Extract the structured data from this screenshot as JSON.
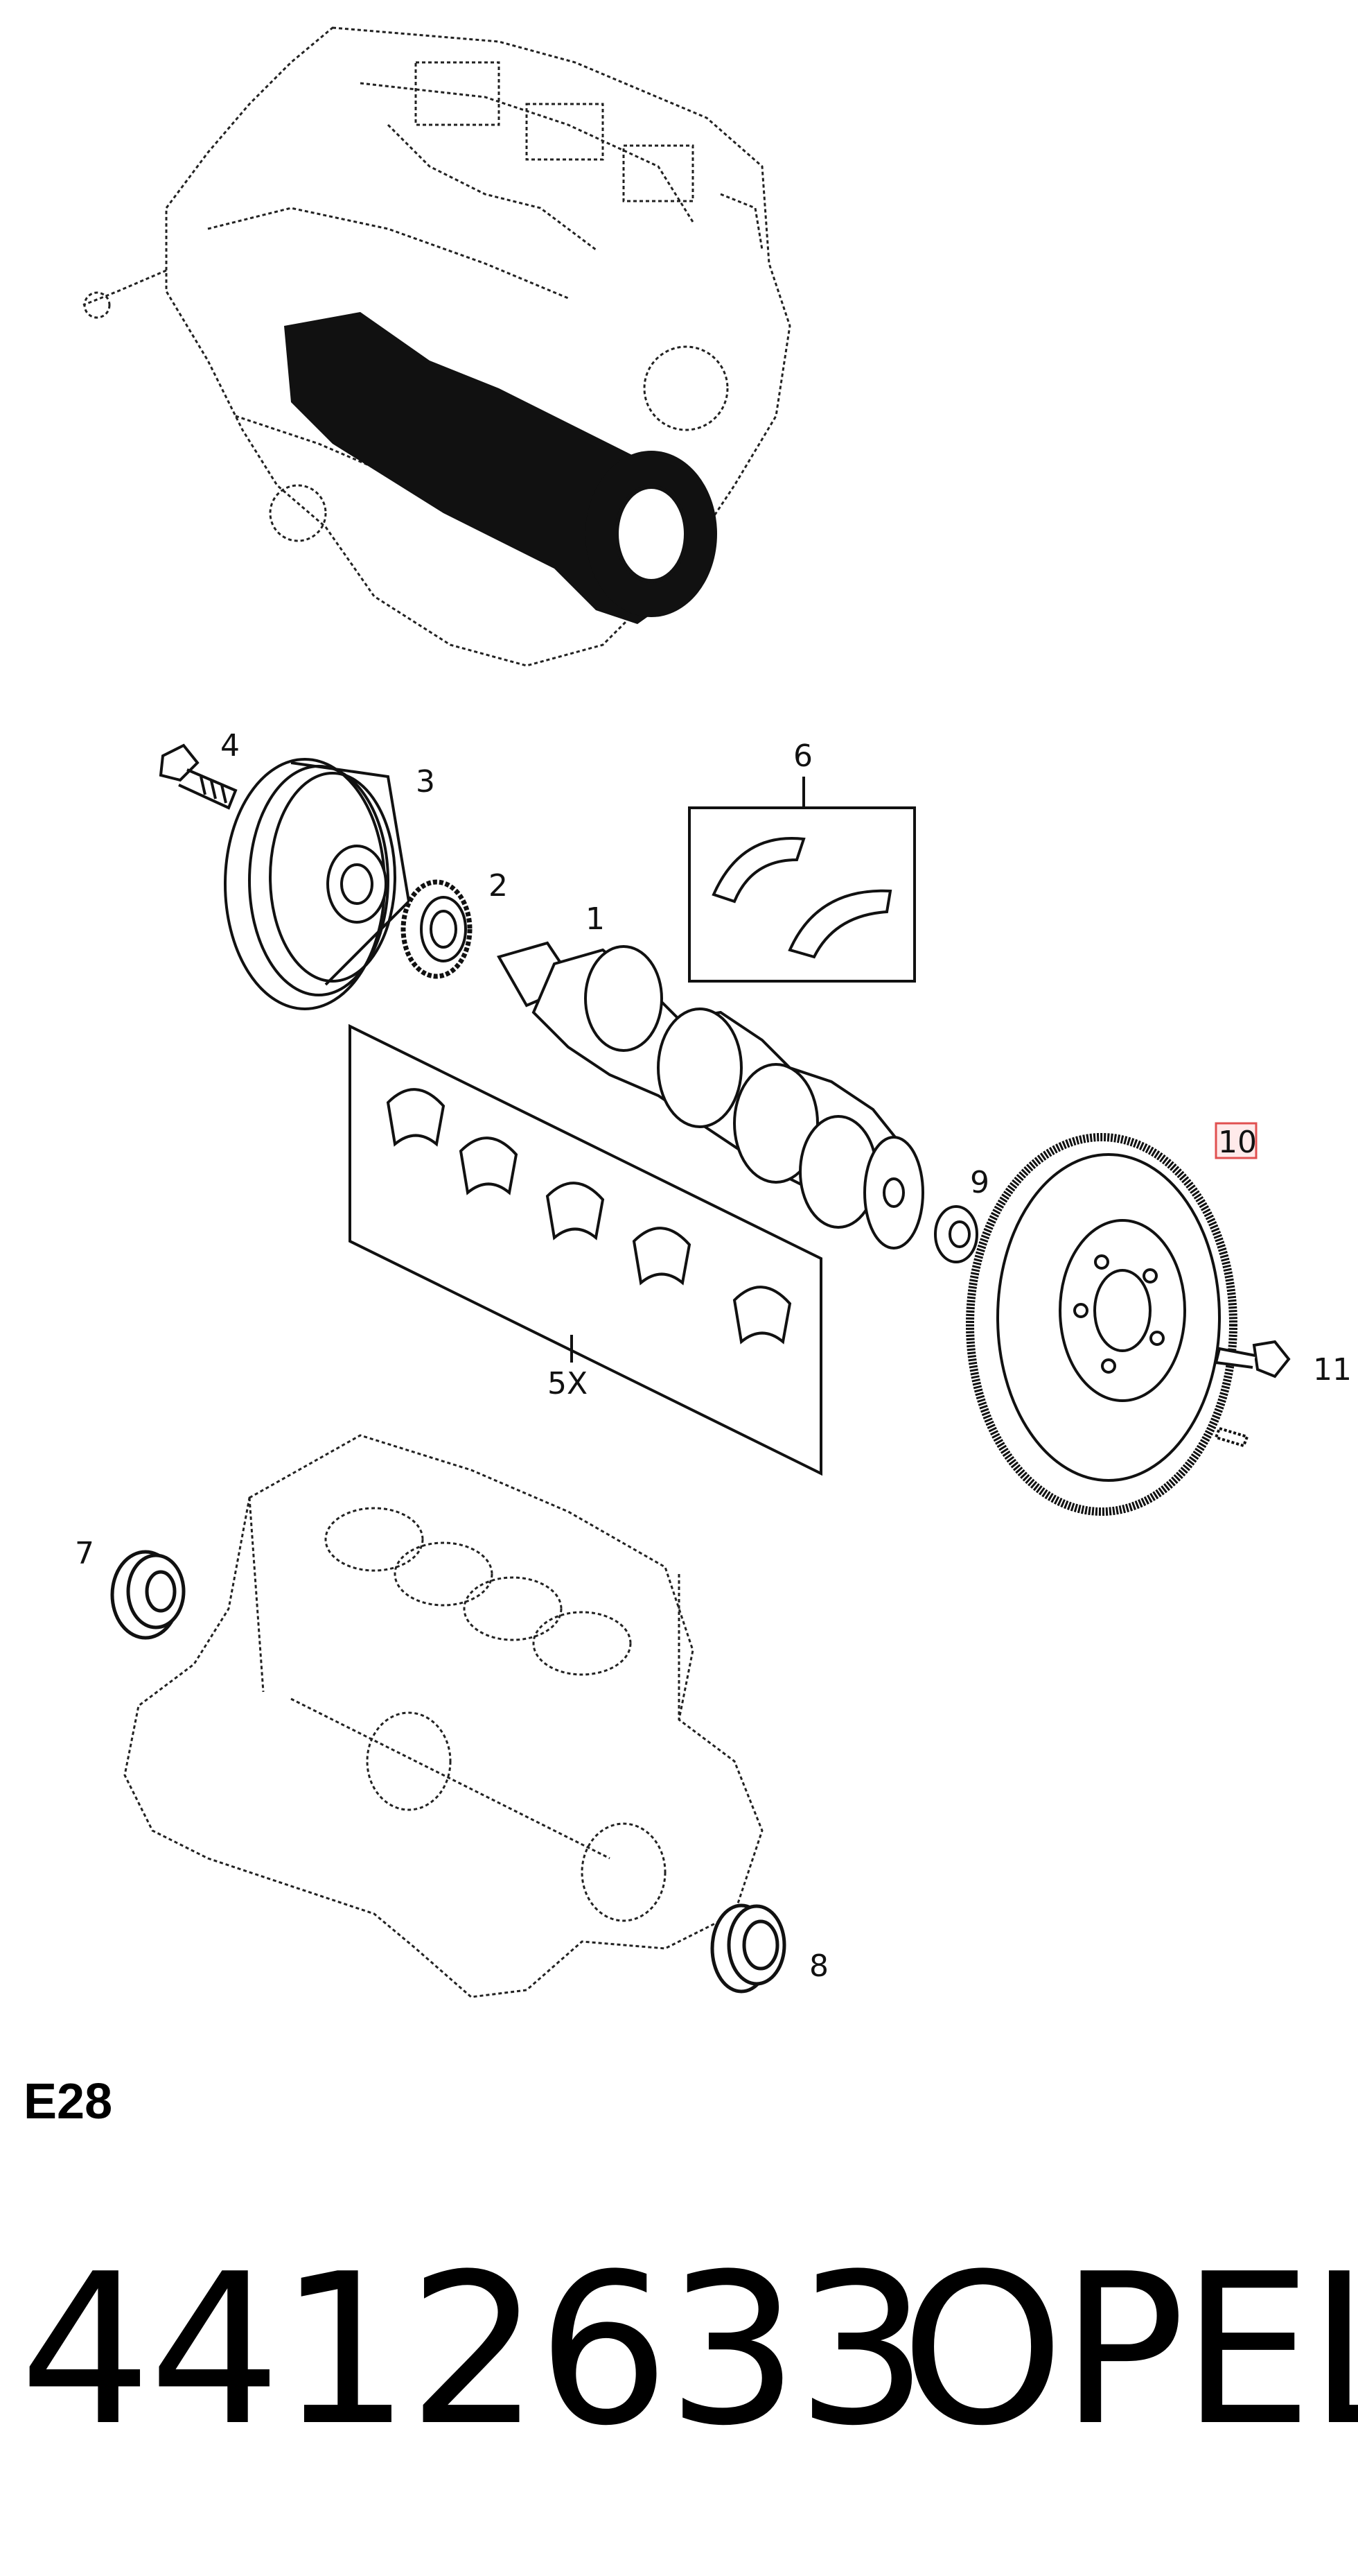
{
  "diagram": {
    "callouts": {
      "c1": "1",
      "c2": "2",
      "c3": "3",
      "c4": "4",
      "c5": "5X",
      "c6": "6",
      "c7": "7",
      "c8": "8",
      "c9": "9",
      "c10": "10",
      "c11": "11"
    },
    "highlight_color": "#e05050"
  },
  "section_code": "E28",
  "part_number": "4412633",
  "brand": "OPEL"
}
